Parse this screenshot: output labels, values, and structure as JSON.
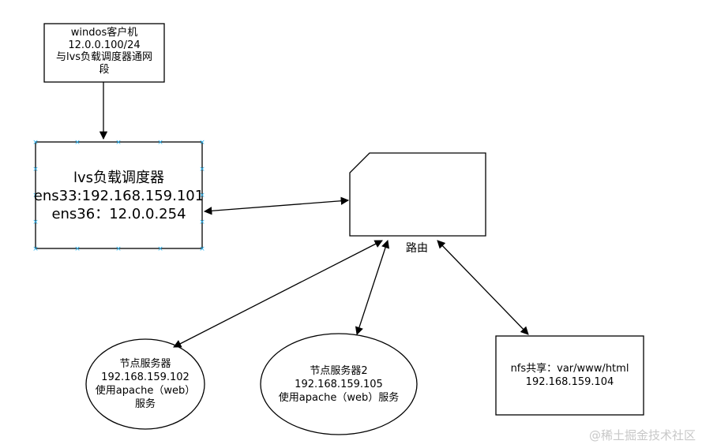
{
  "client": {
    "line1": "windos客户机",
    "line2": "12.0.0.100/24",
    "line3": "与lvs负载调度器通网",
    "line4": "段"
  },
  "lvs": {
    "title": "lvs负载调度器",
    "ens33": "ens33:192.168.159.101",
    "ens36": "ens36：12.0.0.254"
  },
  "router": {
    "label": "路由"
  },
  "node1": {
    "line1": "节点服务器",
    "line2": "192.168.159.102",
    "line3": "使用apache（web）",
    "line4": "服务"
  },
  "node2": {
    "line1": "节点服务器2",
    "line2": "192.168.159.105",
    "line3": "使用apache（web）服务"
  },
  "nfs": {
    "line1": "nfs共享：var/www/html",
    "line2": "192.168.159.104"
  },
  "watermark": "@稀土掘金技术社区",
  "colors": {
    "stroke": "#000000",
    "handle": "#29b6f6",
    "watermark": "#c8c8c8"
  }
}
